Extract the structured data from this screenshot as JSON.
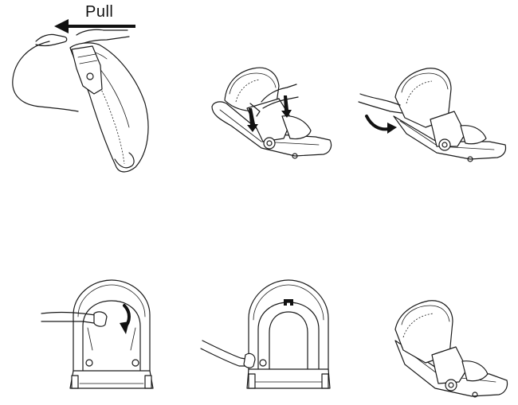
{
  "diagram": {
    "pull_label": "Pull",
    "steps": [
      {
        "icon": "remove-canopy-fabric-step"
      },
      {
        "icon": "press-release-buttons-step"
      },
      {
        "icon": "rotate-canopy-step"
      },
      {
        "icon": "unclip-hood-inner-step"
      },
      {
        "icon": "detach-side-clip-step"
      },
      {
        "icon": "final-assembled-seat-step"
      }
    ],
    "colors": {
      "line": "#1a1a1a",
      "arrow": "#111111",
      "background": "#ffffff"
    }
  }
}
